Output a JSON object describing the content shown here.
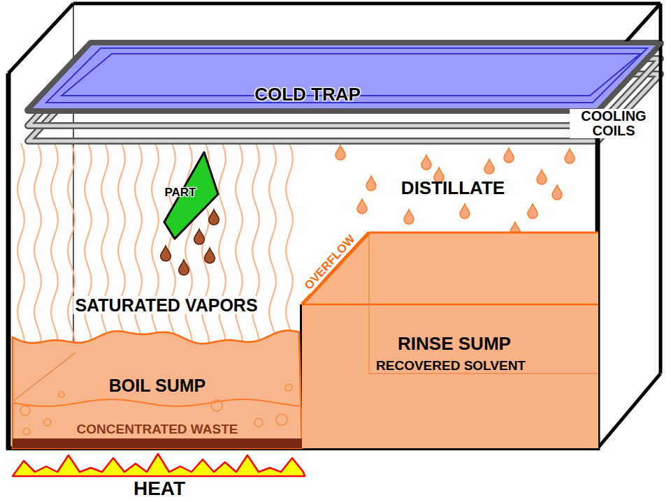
{
  "diagram": {
    "nodes": [
      {
        "text": [
          "COLD TRAP"
        ]
      },
      {
        "text": [
          "PART"
        ]
      },
      {
        "text": [
          "BOIL SUMP",
          "CONCENTRATED WASTE"
        ]
      },
      {
        "text": [
          "RINSE SUMP",
          "RECOVERED SOLVENT"
        ]
      }
    ],
    "labels": [
      "COOLING COILS",
      "DISTILLATE",
      "OVERFLOW",
      "SATURATED VAPORS",
      "HEAT"
    ]
  }
}
